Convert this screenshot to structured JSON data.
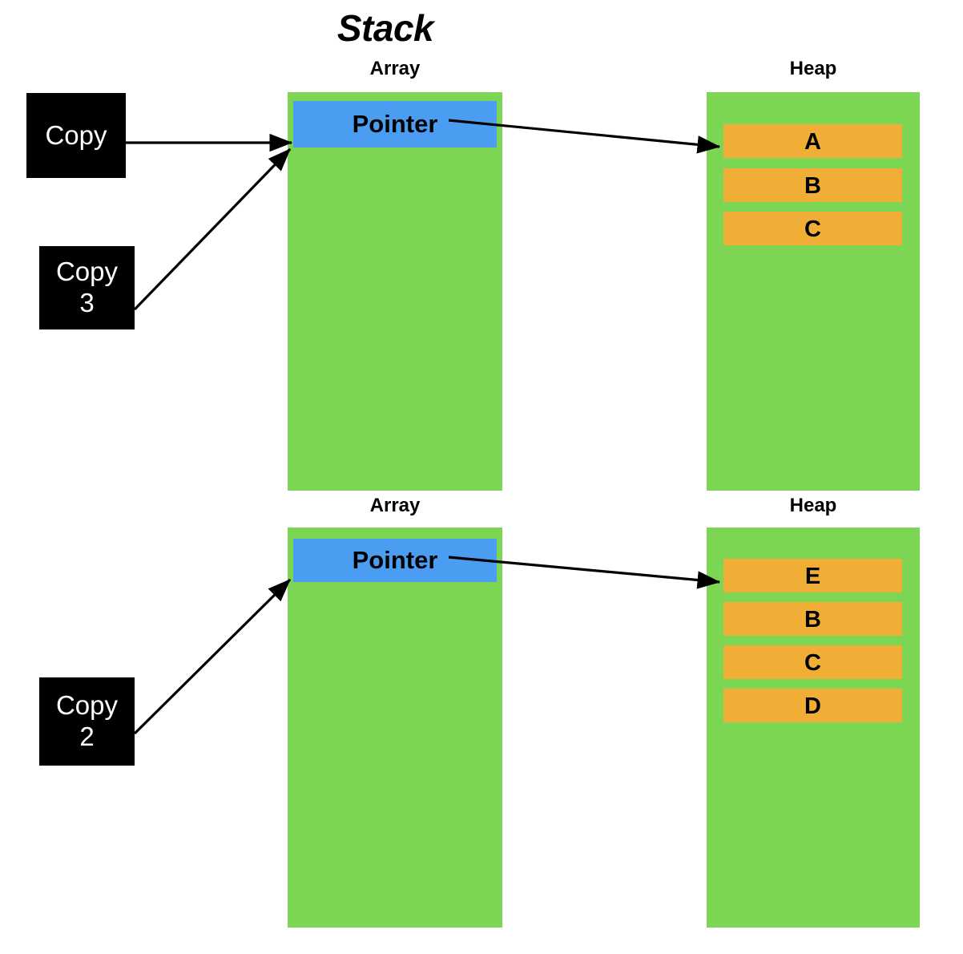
{
  "diagram": {
    "title": "Stack",
    "colors": {
      "green_container": "#7DD653",
      "blue_pointer": "#4A9DF0",
      "orange_item": "#F0AE37",
      "copy_box": "#000000",
      "arrow": "#000000",
      "background": "#FFFFFF"
    }
  },
  "labels": {
    "array_top": "Array",
    "heap_top": "Heap",
    "array_bottom": "Array",
    "heap_bottom": "Heap"
  },
  "arrays": [
    {
      "name": "array-top",
      "pointer_label": "Pointer"
    },
    {
      "name": "array-bottom",
      "pointer_label": "Pointer"
    }
  ],
  "heaps": [
    {
      "name": "heap-top",
      "items": [
        "A",
        "B",
        "C"
      ]
    },
    {
      "name": "heap-bottom",
      "items": [
        "E",
        "B",
        "C",
        "D"
      ]
    }
  ],
  "copies": [
    {
      "name": "copy-1",
      "label": "Copy"
    },
    {
      "name": "copy-3",
      "label": "Copy\n3"
    },
    {
      "name": "copy-2",
      "label": "Copy\n2"
    }
  ],
  "arrows": [
    {
      "name": "arrow-copy1-to-pointer-top",
      "from": "copy-1",
      "to": "array-top-pointer"
    },
    {
      "name": "arrow-copy3-to-pointer-top",
      "from": "copy-3",
      "to": "array-top-pointer"
    },
    {
      "name": "arrow-pointer-top-to-heap-top",
      "from": "array-top-pointer",
      "to": "heap-top-item-A"
    },
    {
      "name": "arrow-copy2-to-pointer-bottom",
      "from": "copy-2",
      "to": "array-bottom-pointer"
    },
    {
      "name": "arrow-pointer-bottom-to-heap-bottom",
      "from": "array-bottom-pointer",
      "to": "heap-bottom-item-E"
    }
  ]
}
